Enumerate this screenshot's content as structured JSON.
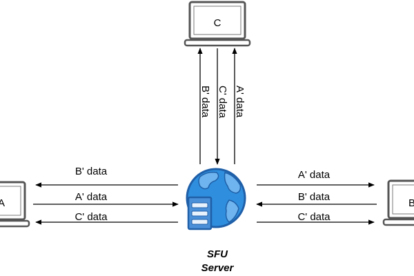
{
  "nodes": {
    "client_left": "A",
    "client_top": "C",
    "client_right": "B"
  },
  "server": {
    "line1": "SFU",
    "line2": "Server"
  },
  "flows": {
    "top_down": "C' data",
    "top_up_left": "B' data",
    "top_up_right": "A' data",
    "left_in_1": "B' data",
    "left_out": "A' data",
    "left_in_2": "C' data",
    "right_in_1": "A' data",
    "right_out": "B' data",
    "right_in_2": "C' data"
  },
  "icons": {
    "laptop": "laptop-icon",
    "server": "globe-server-icon"
  },
  "colors": {
    "globe_fill": "#2f8fde",
    "globe_dark": "#1f5fa8",
    "server_box": "#4a90d9"
  }
}
